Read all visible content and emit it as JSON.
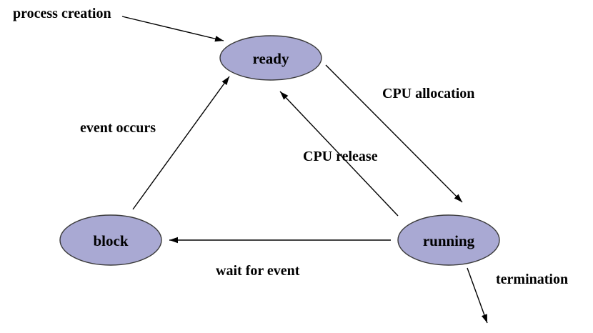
{
  "diagram": {
    "colors": {
      "node_fill": "#A9A9D3",
      "node_stroke": "#3A3A3A",
      "arrow": "#000000"
    },
    "nodes": {
      "ready": {
        "label": "ready"
      },
      "block": {
        "label": "block"
      },
      "running": {
        "label": "running"
      }
    },
    "edges": {
      "process_creation": {
        "label": "process creation"
      },
      "cpu_allocation": {
        "label": "CPU allocation"
      },
      "cpu_release": {
        "label": "CPU release"
      },
      "event_occurs": {
        "label": "event occurs"
      },
      "wait_for_event": {
        "label": "wait for event"
      },
      "termination": {
        "label": "termination"
      }
    }
  }
}
